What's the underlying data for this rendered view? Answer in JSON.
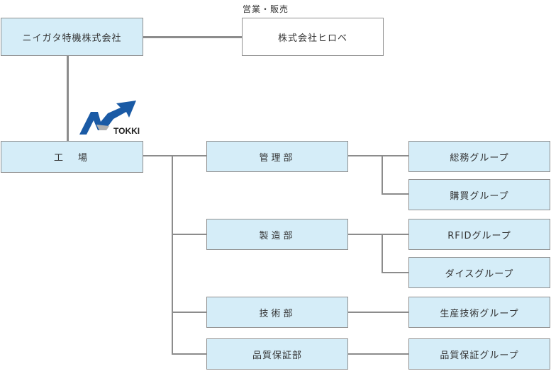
{
  "sales": {
    "caption": "営業・販売",
    "company": "ニイガタ特機株式会社",
    "partner": "株式会社ヒロベ"
  },
  "logo": {
    "text": "TOKKI",
    "icon": "tokki-logo-icon",
    "colors": {
      "blue": "#1a5aa5",
      "gray": "#b0b0b0"
    }
  },
  "factory": {
    "label": "工　場"
  },
  "departments": [
    {
      "label": "管理部",
      "groups": [
        "総務グループ",
        "購買グループ"
      ]
    },
    {
      "label": "製造部",
      "groups": [
        "RFIDグループ",
        "ダイスグループ"
      ]
    },
    {
      "label": "技術部",
      "groups": [
        "生産技術グループ"
      ]
    },
    {
      "label": "品質保証部",
      "groups": [
        "品質保証グループ"
      ]
    }
  ],
  "colors": {
    "box_fill": "#d5edf8",
    "box_border": "#909090",
    "line": "#8c8c8c"
  }
}
